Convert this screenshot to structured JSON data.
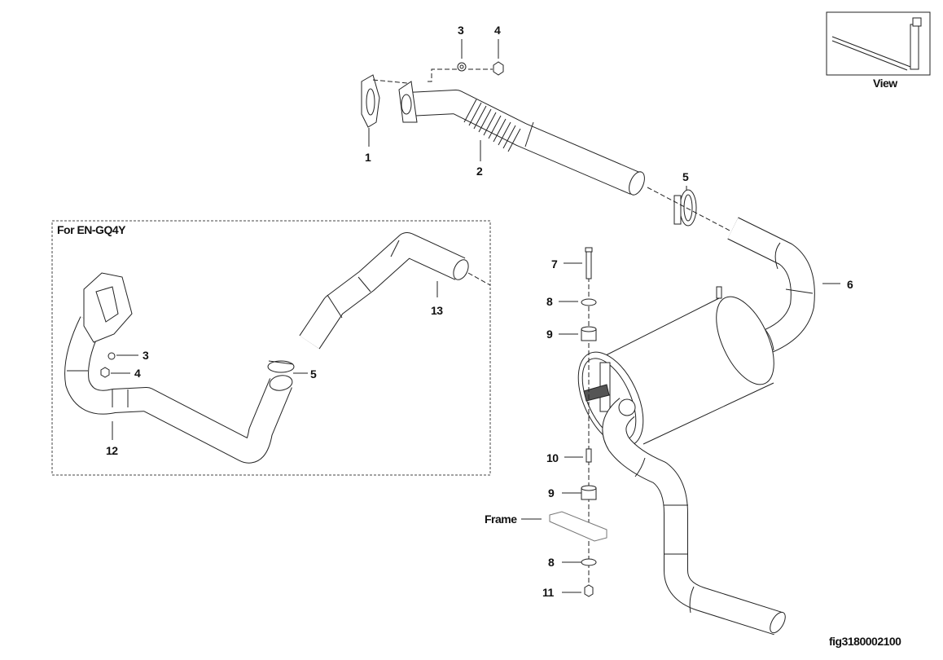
{
  "figure_id": "fig3180002100",
  "view_label": "View",
  "inset_title": "For EN-GQ4Y",
  "callouts": {
    "c1": "1",
    "c2": "2",
    "c3": "3",
    "c4": "4",
    "c5": "5",
    "c6": "6",
    "c7": "7",
    "c8a": "8",
    "c9a": "9",
    "c10": "10",
    "c9b": "9",
    "frame": "Frame",
    "c8b": "8",
    "c11": "11",
    "inset_c3": "3",
    "inset_c4": "4",
    "inset_c5": "5",
    "inset_c12": "12",
    "inset_c13": "13"
  }
}
